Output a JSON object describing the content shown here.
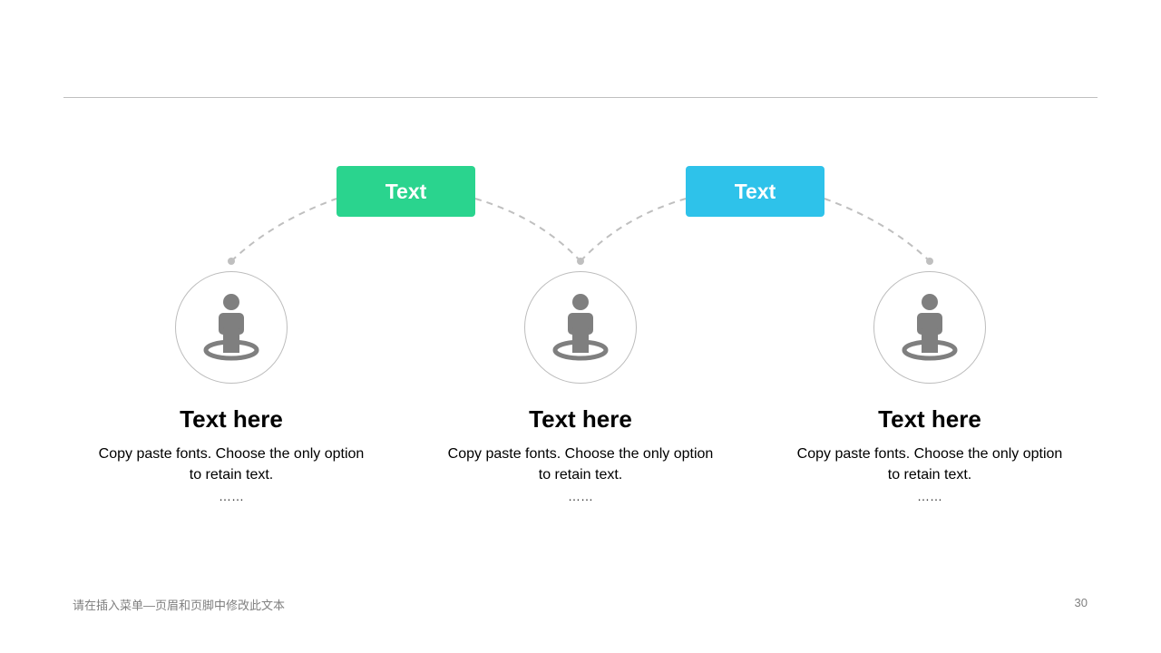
{
  "tags": [
    {
      "label": "Text",
      "color": "#2ad48e"
    },
    {
      "label": "Text",
      "color": "#2ec2ea"
    }
  ],
  "items": [
    {
      "icon": "person-on-location-icon",
      "title": "Text here",
      "body": "Copy paste fonts. Choose the only option to retain text.",
      "ellipsis": "……"
    },
    {
      "icon": "person-on-location-icon",
      "title": "Text here",
      "body": "Copy paste fonts. Choose the only option to retain text.",
      "ellipsis": "……"
    },
    {
      "icon": "person-on-location-icon",
      "title": "Text here",
      "body": "Copy paste fonts. Choose the only option to retain text.",
      "ellipsis": "……"
    }
  ],
  "footer": {
    "note": "请在插入菜单—页眉和页脚中修改此文本",
    "page_number": "30"
  },
  "colors": {
    "icon": "#7f7f7f",
    "connector": "#bfbfbf",
    "rule": "#bfbfbf"
  }
}
